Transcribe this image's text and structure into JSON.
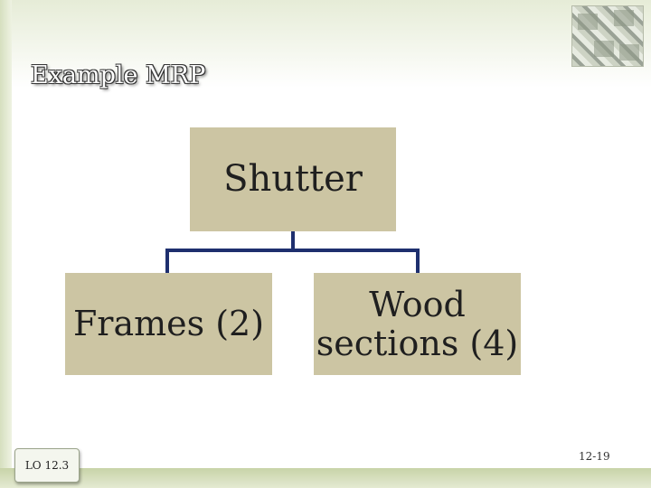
{
  "slide": {
    "title": "Example MRP",
    "lo_label": "LO 12.3",
    "page_number": "12-19"
  },
  "diagram": {
    "root": "Shutter",
    "children": [
      "Frames (2)",
      "Wood sections (4)"
    ]
  },
  "colors": {
    "box_fill": "#ccc5a3",
    "connector": "#1e2f6e",
    "background": "#ffffff"
  }
}
